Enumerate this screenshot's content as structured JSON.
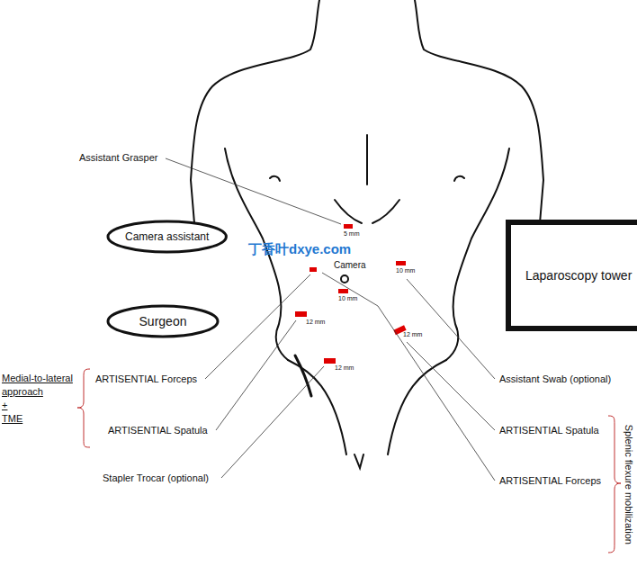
{
  "diagram": {
    "nodes": [
      {
        "text": [
          "Camera assistant"
        ]
      },
      {
        "text": [
          "Surgeon"
        ]
      },
      {
        "text": [
          "Laparoscopy tower"
        ]
      }
    ],
    "labels": [
      "Assistant Grasper",
      "5 mm",
      "Camera",
      "10 mm",
      "10 mm",
      "12 mm",
      "12 mm",
      "12 mm",
      "ARTISENTIAL Forceps",
      "ARTISENTIAL Spatula",
      "Stapler Trocar (optional)",
      "Medial-to-lateral approach + TME",
      "Assistant Swab (optional)",
      "ARTISENTIAL Spatula",
      "ARTISENTIAL Forceps",
      "Splenic flexure mobilization",
      "丁香叶dxye.com"
    ]
  }
}
